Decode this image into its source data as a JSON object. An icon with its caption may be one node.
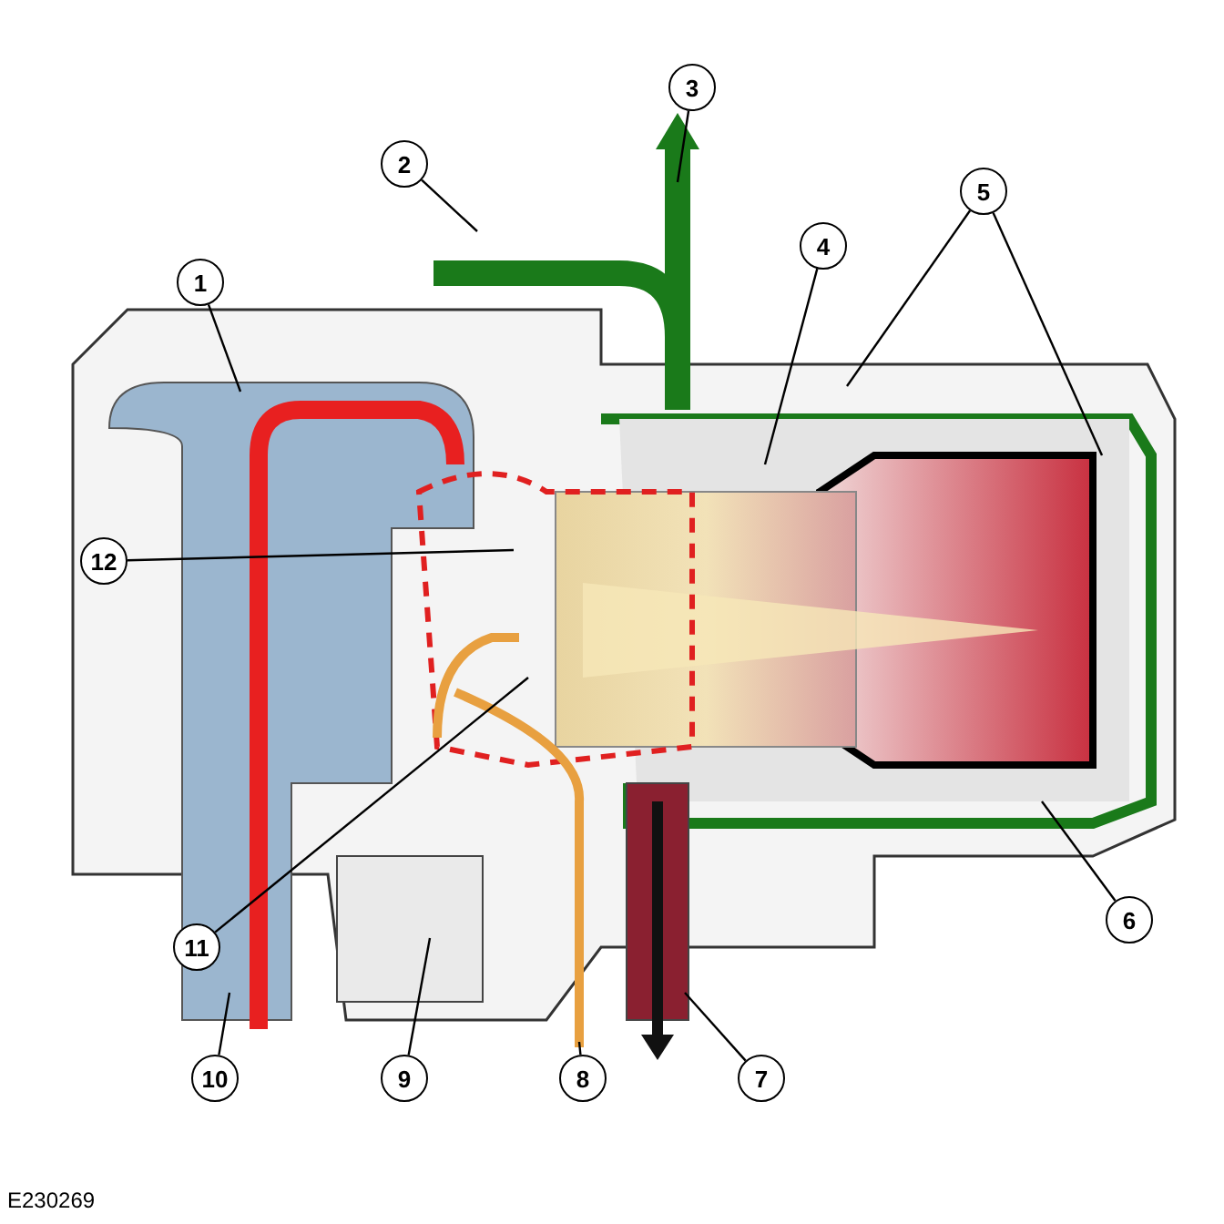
{
  "diagram": {
    "nodes": [
      {
        "text": [
          "1"
        ]
      },
      {
        "text": [
          "2"
        ]
      },
      {
        "text": [
          "3"
        ]
      },
      {
        "text": [
          "4"
        ]
      },
      {
        "text": [
          "5"
        ]
      },
      {
        "text": [
          "6"
        ]
      },
      {
        "text": [
          "7"
        ]
      },
      {
        "text": [
          "8"
        ]
      },
      {
        "text": [
          "9"
        ]
      },
      {
        "text": [
          "10"
        ]
      },
      {
        "text": [
          "11"
        ]
      },
      {
        "text": [
          "12"
        ]
      }
    ],
    "edges": [
      {
        "from": 0,
        "to": null,
        "arrow": "none"
      },
      {
        "from": 1,
        "to": null,
        "arrow": "none"
      },
      {
        "from": 2,
        "to": null,
        "arrow": "none"
      },
      {
        "from": 3,
        "to": null,
        "arrow": "none"
      },
      {
        "from": 4,
        "to": null,
        "arrow": "none"
      },
      {
        "from": 4,
        "to": null,
        "arrow": "none"
      },
      {
        "from": 5,
        "to": null,
        "arrow": "none"
      },
      {
        "from": 6,
        "to": null,
        "arrow": "none"
      },
      {
        "from": 7,
        "to": null,
        "arrow": "none"
      },
      {
        "from": 8,
        "to": null,
        "arrow": "none"
      },
      {
        "from": 9,
        "to": null,
        "arrow": "none"
      },
      {
        "from": 10,
        "to": null,
        "arrow": "none"
      },
      {
        "from": 11,
        "to": null,
        "arrow": "none"
      }
    ],
    "labels": [
      "E230269"
    ]
  }
}
